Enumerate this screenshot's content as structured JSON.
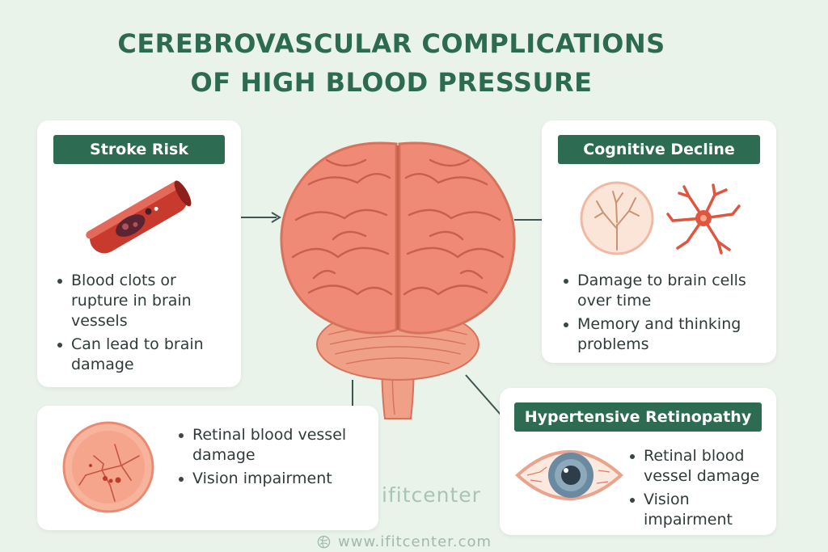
{
  "title": {
    "line1": "CEREBROVASCULAR COMPLICATIONS",
    "line2": "OF HIGH BLOOD PRESSURE"
  },
  "stroke": {
    "heading": "Stroke Risk",
    "bullets": [
      "Blood clots or rupture in brain vessels",
      "Can lead to brain damage"
    ]
  },
  "cognitive": {
    "heading": "Cognitive Decline",
    "bullets": [
      "Damage to brain cells over time",
      "Memory and thinking problems"
    ]
  },
  "retinal_left": {
    "bullets": [
      "Retinal blood vessel damage",
      "Vision impairment"
    ]
  },
  "retinopathy": {
    "heading": "Hypertensive Retinopathy",
    "bullets": [
      "Retinal blood vessel damage",
      "Vision impairment"
    ]
  },
  "watermark": "ifitcenter",
  "website": "www.ifitcenter.com",
  "colors": {
    "background": "#e9f3ea",
    "accent": "#2e6b53",
    "brain": "#ee8a76",
    "vessel": "#c8392e"
  },
  "icons": [
    "blood-vessel-icon",
    "brain-illustration",
    "vessel-tree-icon",
    "neuron-icon",
    "retina-icon",
    "eye-icon",
    "globe-icon"
  ]
}
